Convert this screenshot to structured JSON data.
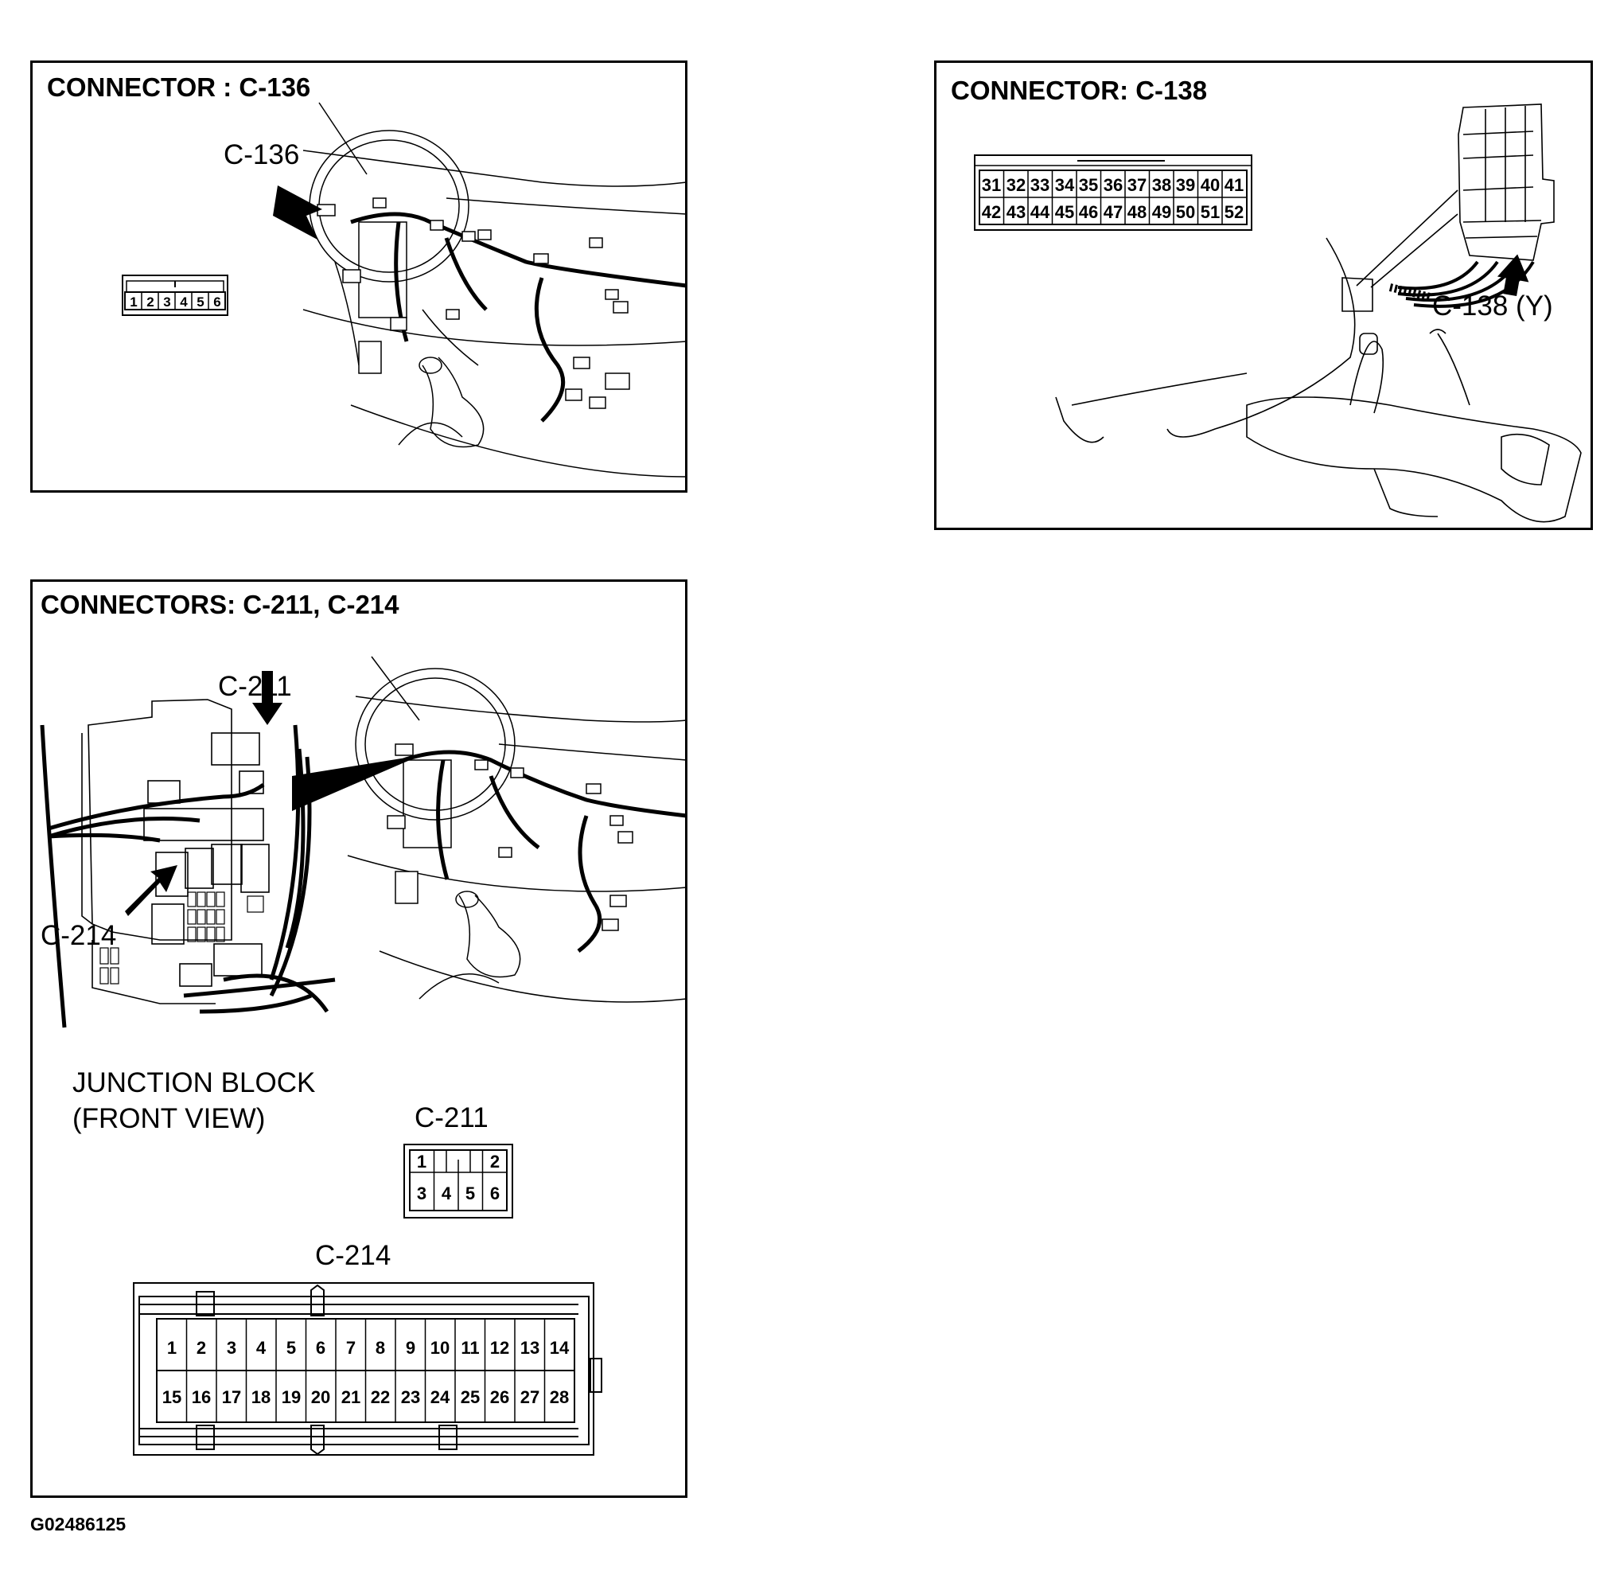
{
  "panels": {
    "c136": {
      "title": "CONNECTOR : C-136",
      "callout": "C-136",
      "pins": [
        "1",
        "2",
        "3",
        "4",
        "5",
        "6"
      ]
    },
    "c138": {
      "title": "CONNECTOR: C-138",
      "callout": "C-138 (Y)",
      "pins_top": [
        "31",
        "32",
        "33",
        "34",
        "35",
        "36",
        "37",
        "38",
        "39",
        "40",
        "41"
      ],
      "pins_bottom": [
        "42",
        "43",
        "44",
        "45",
        "46",
        "47",
        "48",
        "49",
        "50",
        "51",
        "52"
      ]
    },
    "c211_c214": {
      "title": "CONNECTORS: C-211, C-214",
      "callout_c211": "C-211",
      "callout_c214": "C-214",
      "junction_line1": "JUNCTION BLOCK",
      "junction_line2": "(FRONT VIEW)",
      "c211_label": "C-211",
      "c211_pins_top": [
        "1",
        "",
        "2"
      ],
      "c211_pins_bottom": [
        "3",
        "4",
        "5",
        "6"
      ],
      "c214_label": "C-214",
      "c214_pins_top": [
        "1",
        "2",
        "3",
        "4",
        "5",
        "6",
        "7",
        "8",
        "9",
        "10",
        "11",
        "12",
        "13",
        "14"
      ],
      "c214_pins_bottom": [
        "15",
        "16",
        "17",
        "18",
        "19",
        "20",
        "21",
        "22",
        "23",
        "24",
        "25",
        "26",
        "27",
        "28"
      ]
    }
  },
  "figure_id": "G02486125"
}
